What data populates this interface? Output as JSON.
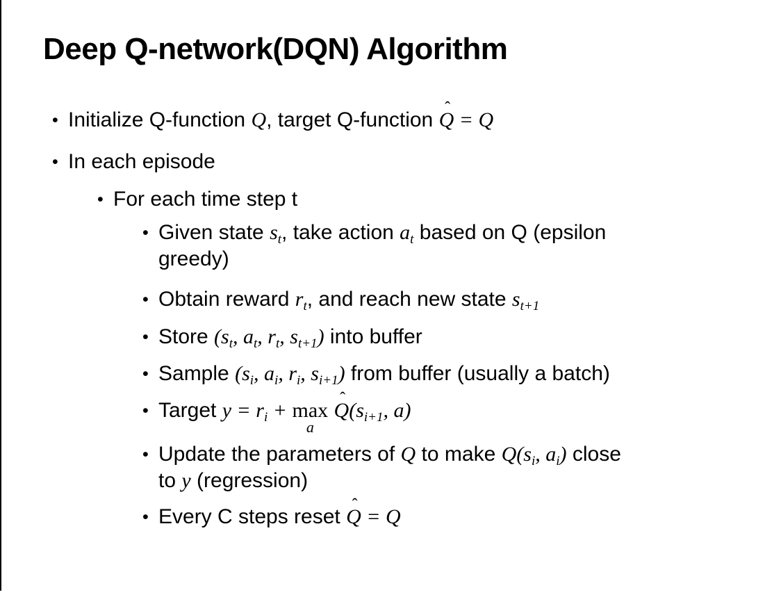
{
  "slide": {
    "title": "Deep Q-network(DQN) Algorithm",
    "text_color": "#000000",
    "background_color": "#ffffff",
    "bullets": [
      {
        "level": 1,
        "segments": [
          {
            "s": "t",
            "x": "Initialize Q-function "
          },
          {
            "s": "m",
            "x": "Q"
          },
          {
            "s": "t",
            "x": ", target Q-function "
          },
          {
            "s": "m",
            "x": "Q",
            "hat": "ˆ"
          },
          {
            "s": "m",
            "x": " = "
          },
          {
            "s": "m",
            "x": "Q"
          }
        ]
      },
      {
        "level": 1,
        "segments": [
          {
            "s": "t",
            "x": "In each episode"
          }
        ]
      },
      {
        "level": 2,
        "segments": [
          {
            "s": "t",
            "x": "For each time step t"
          }
        ]
      },
      {
        "level": 3,
        "segments": [
          {
            "s": "t",
            "x": "Given state "
          },
          {
            "s": "m",
            "x": "s",
            "sub": "t"
          },
          {
            "s": "t",
            "x": ", take action "
          },
          {
            "s": "m",
            "x": "a",
            "sub": "t"
          },
          {
            "s": "t",
            "x": " based on Q (epsilon"
          },
          {
            "br": true
          },
          {
            "s": "t",
            "x": "greedy)"
          }
        ]
      },
      {
        "level": 3,
        "segments": [
          {
            "s": "t",
            "x": "Obtain reward "
          },
          {
            "s": "m",
            "x": "r",
            "sub": "t"
          },
          {
            "s": "t",
            "x": ", and reach new state "
          },
          {
            "s": "m",
            "x": "s",
            "sub": "t+1"
          }
        ]
      },
      {
        "level": 3,
        "segments": [
          {
            "s": "t",
            "x": "Store "
          },
          {
            "s": "m",
            "x": "("
          },
          {
            "s": "m",
            "x": "s",
            "sub": "t"
          },
          {
            "s": "m",
            "x": ", "
          },
          {
            "s": "m",
            "x": "a",
            "sub": "t"
          },
          {
            "s": "m",
            "x": ", "
          },
          {
            "s": "m",
            "x": "r",
            "sub": "t"
          },
          {
            "s": "m",
            "x": ", "
          },
          {
            "s": "m",
            "x": "s",
            "sub": "t+1"
          },
          {
            "s": "m",
            "x": ")"
          },
          {
            "s": "t",
            "x": " into buffer"
          }
        ]
      },
      {
        "level": 3,
        "segments": [
          {
            "s": "t",
            "x": "Sample "
          },
          {
            "s": "m",
            "x": "("
          },
          {
            "s": "m",
            "x": "s",
            "sub": "i"
          },
          {
            "s": "m",
            "x": ", "
          },
          {
            "s": "m",
            "x": "a",
            "sub": "i"
          },
          {
            "s": "m",
            "x": ", "
          },
          {
            "s": "m",
            "x": "r",
            "sub": "i"
          },
          {
            "s": "m",
            "x": ", "
          },
          {
            "s": "m",
            "x": "s",
            "sub": "i+1"
          },
          {
            "s": "m",
            "x": ")"
          },
          {
            "s": "t",
            "x": " from buffer (usually a batch)"
          }
        ]
      },
      {
        "level": 3,
        "segments": [
          {
            "s": "t",
            "x": "Target "
          },
          {
            "s": "m",
            "x": "y"
          },
          {
            "s": "m",
            "x": " = "
          },
          {
            "s": "m",
            "x": "r",
            "sub": "i"
          },
          {
            "s": "m",
            "x": " + "
          },
          {
            "s": "op",
            "x": "max",
            "under": "a"
          },
          {
            "s": "t",
            "x": " "
          },
          {
            "s": "m",
            "x": "Q",
            "hat": "ˆ"
          },
          {
            "s": "m",
            "x": "("
          },
          {
            "s": "m",
            "x": "s",
            "sub": "i+1"
          },
          {
            "s": "m",
            "x": ", "
          },
          {
            "s": "m",
            "x": "a"
          },
          {
            "s": "m",
            "x": ")"
          }
        ]
      },
      {
        "level": 3,
        "segments": [
          {
            "s": "t",
            "x": "Update the parameters of "
          },
          {
            "s": "m",
            "x": "Q"
          },
          {
            "s": "t",
            "x": " to make "
          },
          {
            "s": "m",
            "x": "Q"
          },
          {
            "s": "m",
            "x": "("
          },
          {
            "s": "m",
            "x": "s",
            "sub": "i"
          },
          {
            "s": "m",
            "x": ", "
          },
          {
            "s": "m",
            "x": "a",
            "sub": "i"
          },
          {
            "s": "m",
            "x": ")"
          },
          {
            "s": "t",
            "x": " close"
          },
          {
            "br": true
          },
          {
            "s": "t",
            "x": "to "
          },
          {
            "s": "m",
            "x": "y"
          },
          {
            "s": "t",
            "x": " (regression)"
          }
        ]
      },
      {
        "level": 3,
        "segments": [
          {
            "s": "t",
            "x": "Every C steps reset "
          },
          {
            "s": "m",
            "x": "Q",
            "hat": "ˆ"
          },
          {
            "s": "m",
            "x": " = "
          },
          {
            "s": "m",
            "x": "Q"
          }
        ]
      }
    ]
  }
}
